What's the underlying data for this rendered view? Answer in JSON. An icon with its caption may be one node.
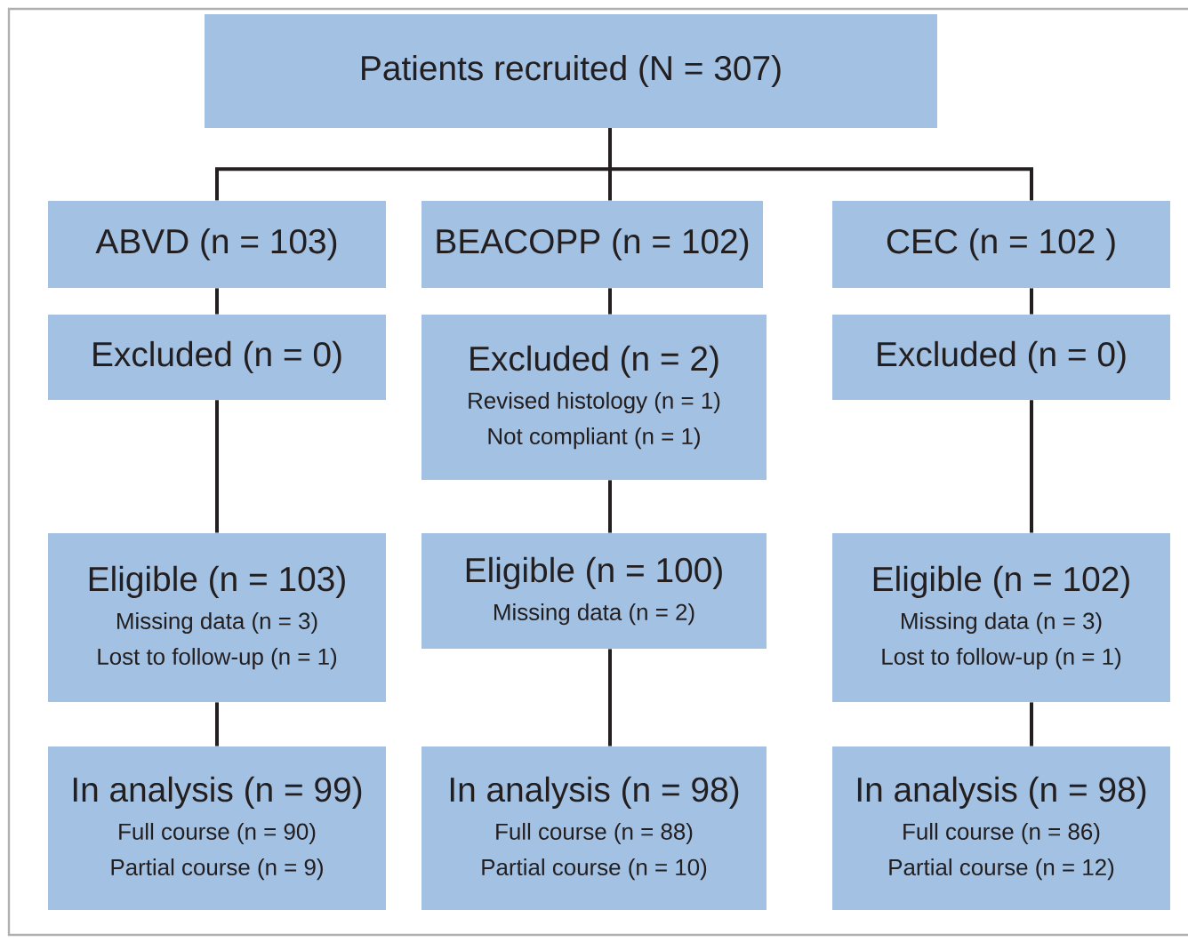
{
  "diagram": {
    "nodes": [
      {
        "text": [
          "Patients recruited (N = 307)"
        ]
      },
      {
        "text": [
          "ABVD (n = 103)"
        ]
      },
      {
        "text": [
          "BEACOPP (n = 102)"
        ]
      },
      {
        "text": [
          "CEC (n = 102 )"
        ]
      },
      {
        "text": [
          "Excluded (n = 0)"
        ]
      },
      {
        "text": [
          "Excluded (n = 2)",
          "Revised histology (n = 1)",
          "Not compliant (n = 1)"
        ]
      },
      {
        "text": [
          "Excluded (n = 0)"
        ]
      },
      {
        "text": [
          "Eligible (n = 103)",
          "Missing data (n = 3)",
          "Lost to follow-up (n = 1)"
        ]
      },
      {
        "text": [
          "Eligible (n = 100)",
          "Missing data (n = 2)"
        ]
      },
      {
        "text": [
          "Eligible (n = 102)",
          "Missing data (n = 3)",
          "Lost to follow-up (n = 1)"
        ]
      },
      {
        "text": [
          "In analysis (n = 99)",
          "Full course (n = 90)",
          "Partial course (n = 9)"
        ]
      },
      {
        "text": [
          "In analysis (n = 98)",
          "Full course (n = 88)",
          "Partial course (n = 10)"
        ]
      },
      {
        "text": [
          "In analysis (n = 98)",
          "Full course (n = 86)",
          "Partial course (n = 12)"
        ]
      }
    ],
    "edges": [
      {
        "from": 0,
        "to": 1,
        "arrow": "none"
      },
      {
        "from": 0,
        "to": 2,
        "arrow": "none"
      },
      {
        "from": 0,
        "to": 3,
        "arrow": "none"
      },
      {
        "from": 1,
        "to": 4,
        "arrow": "none"
      },
      {
        "from": 2,
        "to": 5,
        "arrow": "none"
      },
      {
        "from": 3,
        "to": 6,
        "arrow": "none"
      },
      {
        "from": 4,
        "to": 7,
        "arrow": "none"
      },
      {
        "from": 5,
        "to": 8,
        "arrow": "none"
      },
      {
        "from": 6,
        "to": 9,
        "arrow": "none"
      },
      {
        "from": 7,
        "to": 10,
        "arrow": "none"
      },
      {
        "from": 8,
        "to": 11,
        "arrow": "none"
      },
      {
        "from": 9,
        "to": 12,
        "arrow": "none"
      }
    ]
  }
}
